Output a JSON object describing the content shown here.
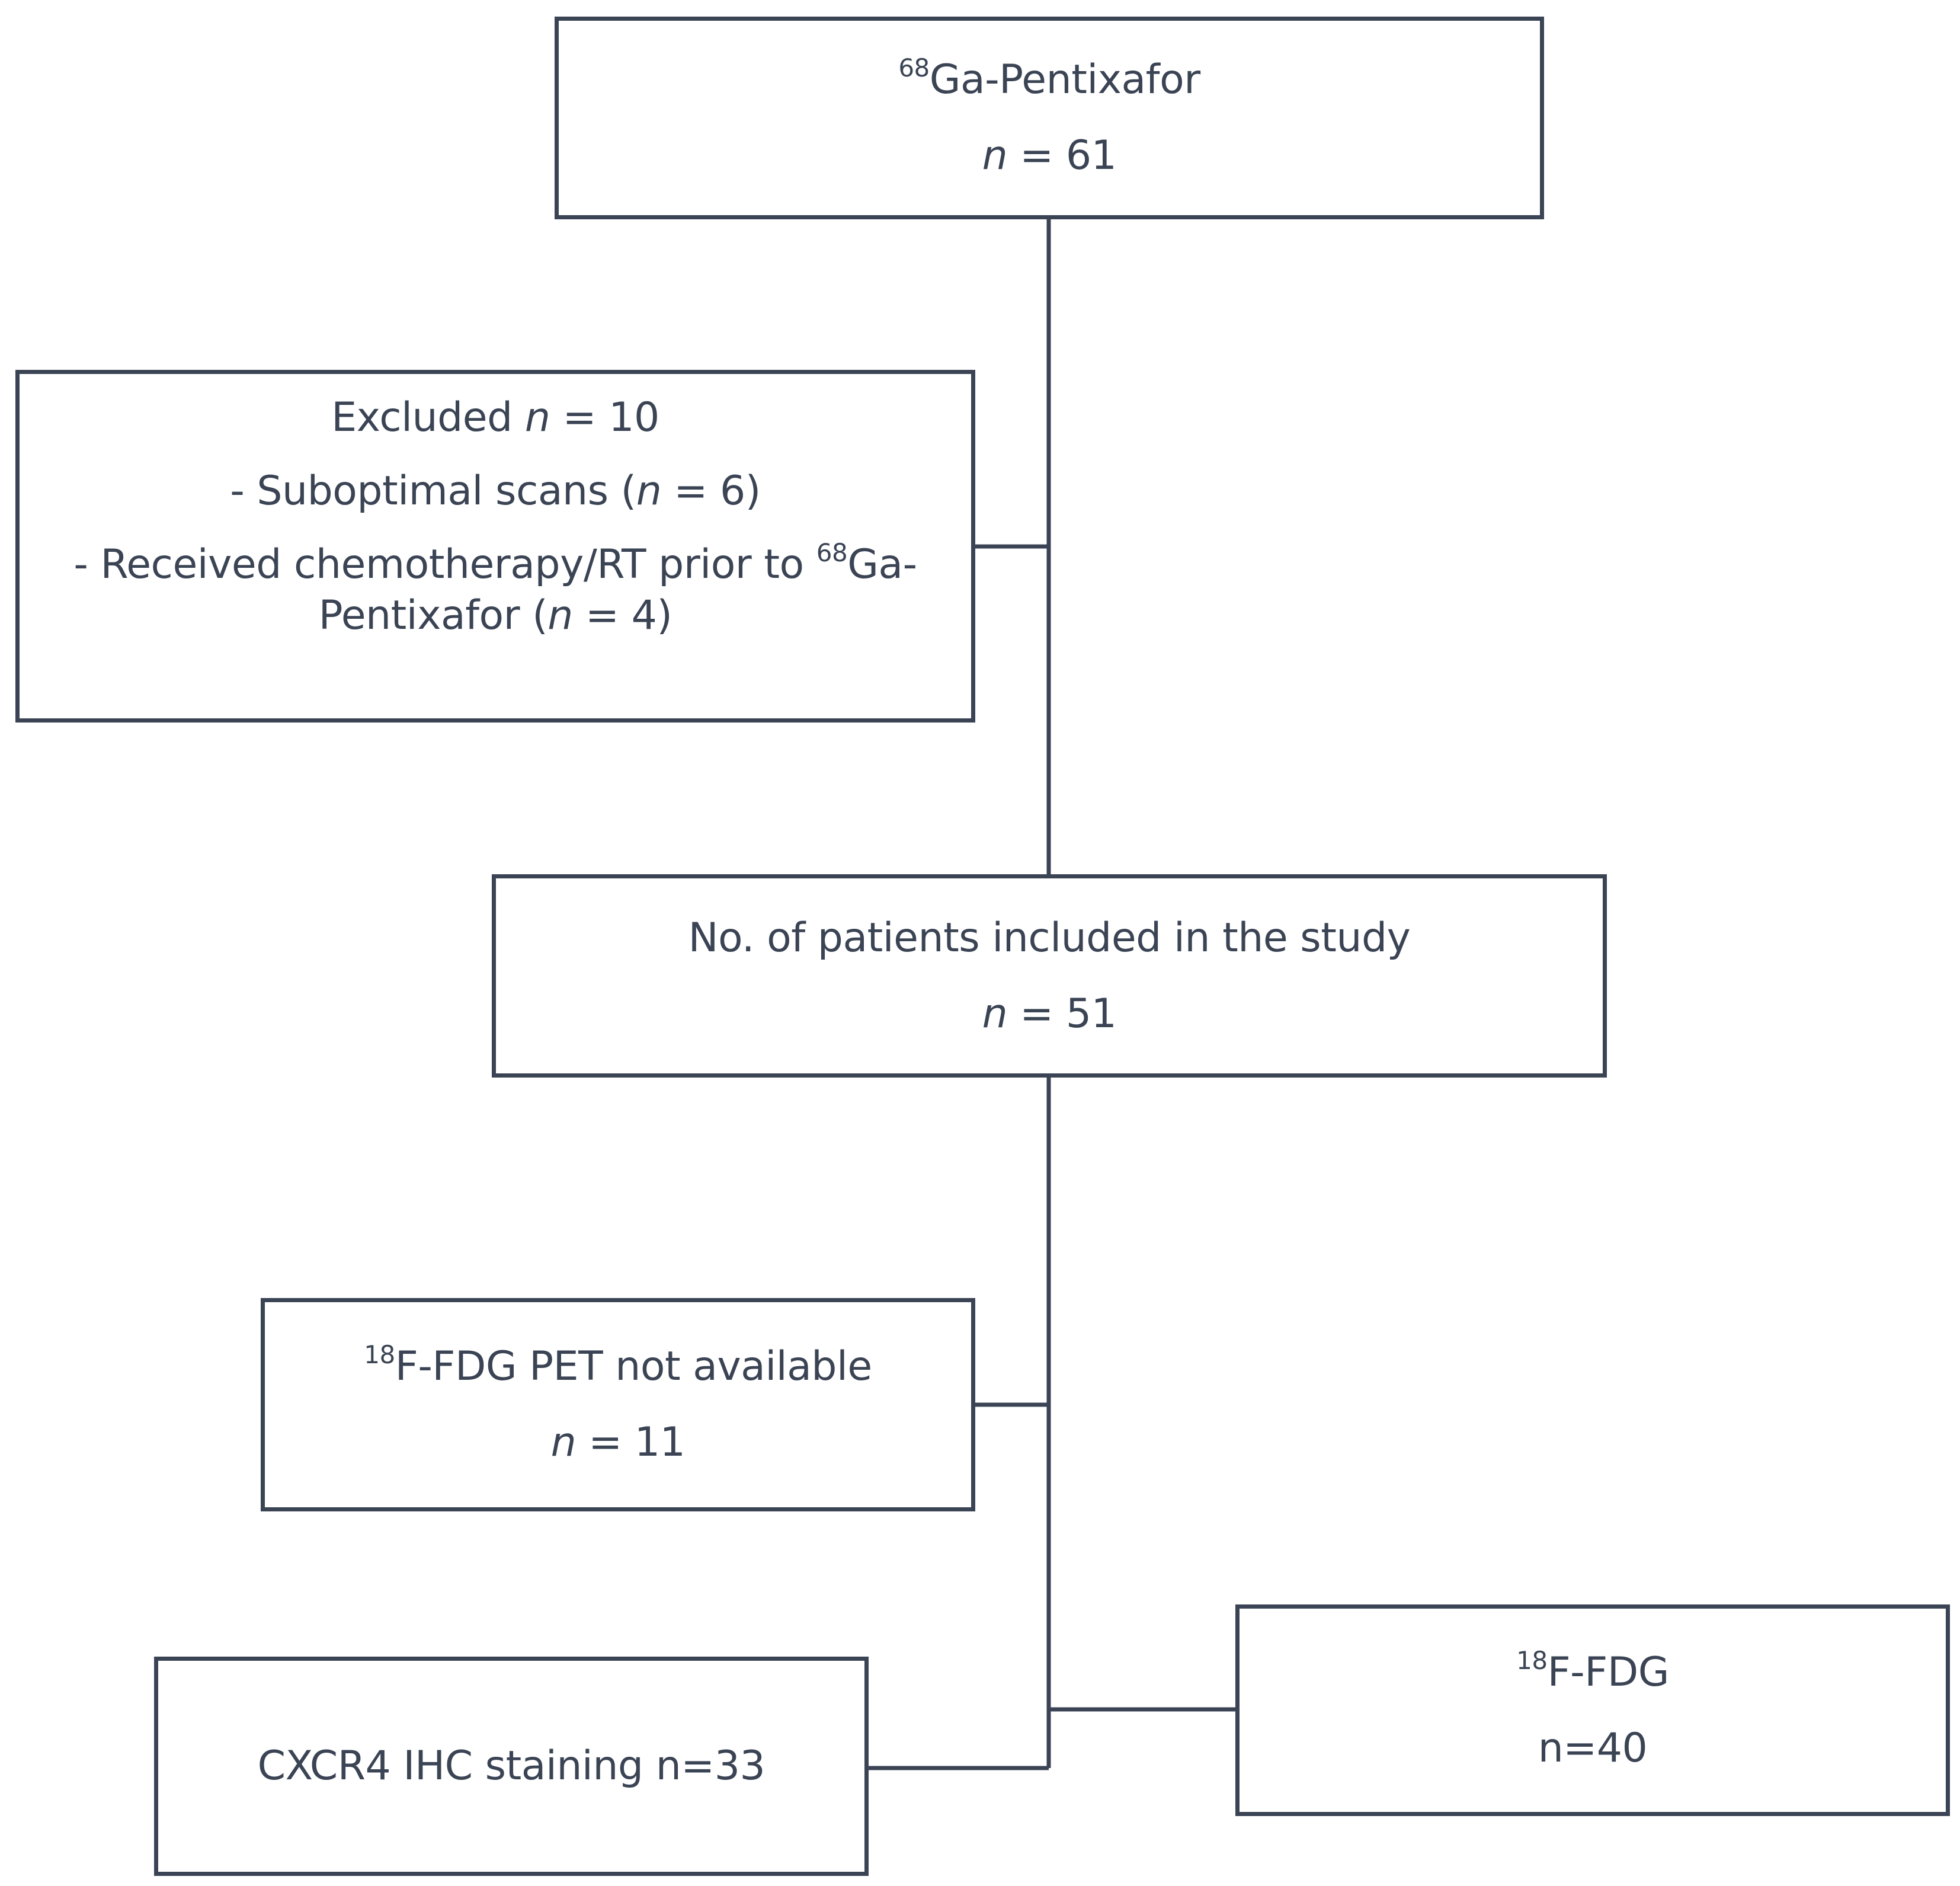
{
  "boxes": {
    "ga_pentixafor": {
      "sup": "68",
      "title": "Ga-Pentixafor",
      "n_label": "n",
      "n_rest": " = 61"
    },
    "excluded": {
      "line1_text": "Excluded ",
      "line1_n": "n",
      "line1_rest": " = 10",
      "line2_pre": "- Suboptimal scans (",
      "line2_n": "n",
      "line2_post": " = 6)",
      "line3_pre": "- Received chemotherapy/RT prior to ",
      "line3_sup": "68",
      "line3_post": "Ga-",
      "line4_pre": "Pentixafor (",
      "line4_n": "n",
      "line4_post": " = 4)"
    },
    "included": {
      "title": "No. of patients included in the study",
      "n_label": "n",
      "n_rest": " = 51"
    },
    "fdg_not_available": {
      "sup": "18",
      "title": "F-FDG PET not available",
      "n_label": "n",
      "n_rest": " = 11"
    },
    "cxcr4": {
      "title": "CXCR4 IHC staining n=33"
    },
    "fdg": {
      "sup": "18",
      "title": "F-FDG",
      "n_text": "n=40"
    }
  },
  "colors": {
    "stroke": "#3b4454",
    "text": "#3b4454",
    "background": "#ffffff"
  }
}
